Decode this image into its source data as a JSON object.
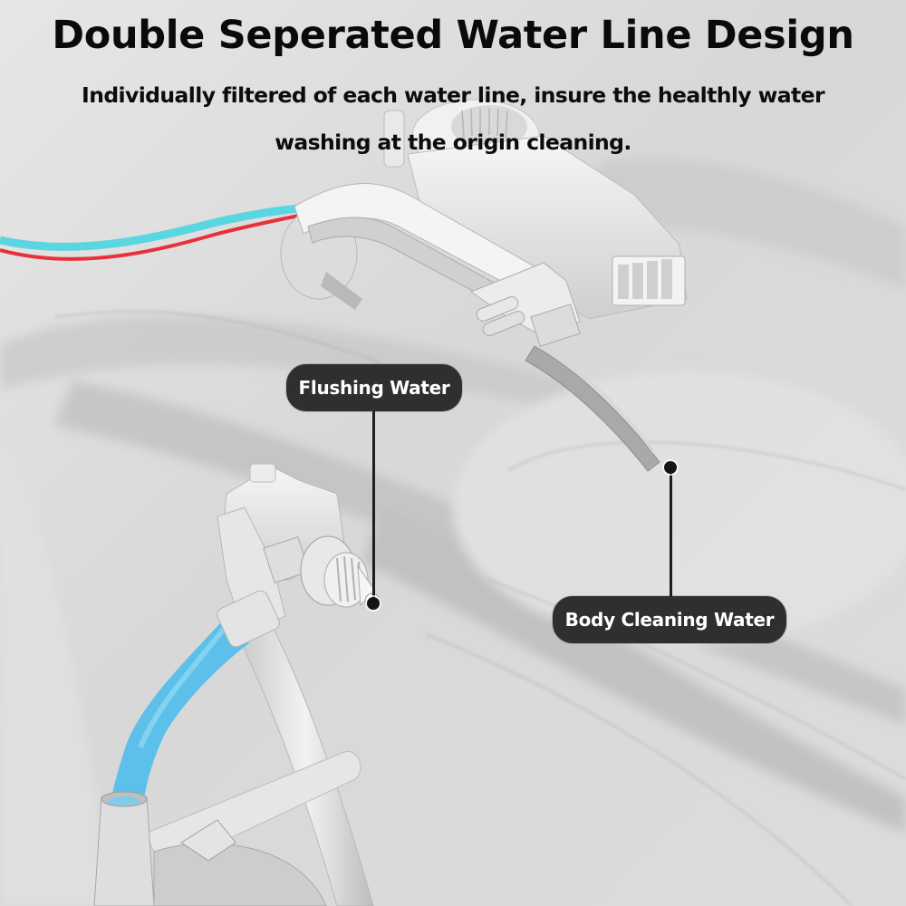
{
  "header": {
    "title": "Double Seperated Water Line Design",
    "subtitle_line1": "Individually filtered of each water line, insure the healthly water",
    "subtitle_line2": "washing at the origin cleaning."
  },
  "callouts": [
    {
      "label": "Flushing Water",
      "target": "nozzle-tip"
    },
    {
      "label": "Body Cleaning Water",
      "target": "spray-wand-tip"
    }
  ],
  "colors": {
    "background": "#d9d9d9",
    "callout_bg": "#2f2f2f",
    "callout_text": "#ffffff",
    "hose_cyan": "#5ad6e0",
    "hose_red": "#e8303a",
    "hose_blue": "#5cc0ea",
    "component": "#eeeeee"
  }
}
